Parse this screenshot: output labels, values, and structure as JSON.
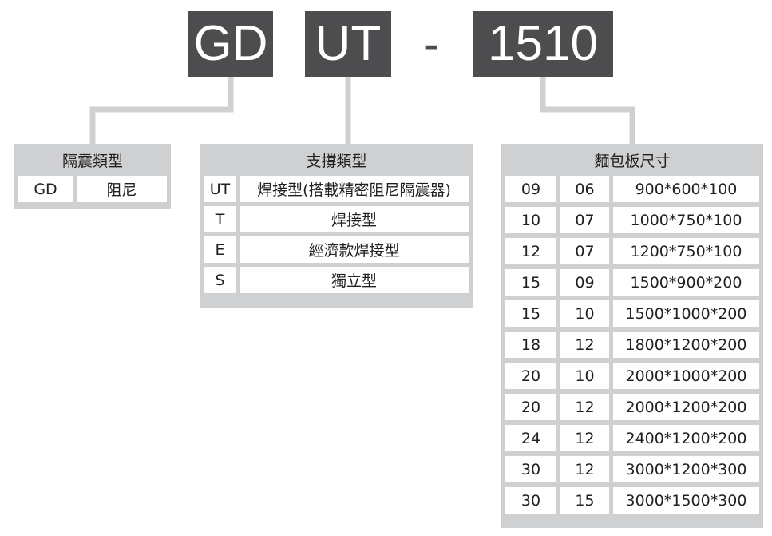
{
  "model_code": {
    "part1": "GD",
    "part2": "UT",
    "separator": "-",
    "part3": "1510"
  },
  "isolation_type": {
    "title": "隔震類型",
    "rows": [
      {
        "code": "GD",
        "label": "阻尼"
      }
    ]
  },
  "support_type": {
    "title": "支撐類型",
    "rows": [
      {
        "code": "UT",
        "label": "焊接型(搭載精密阻尼隔震器)"
      },
      {
        "code": "T",
        "label": "焊接型"
      },
      {
        "code": "E",
        "label": "經濟款焊接型"
      },
      {
        "code": "S",
        "label": "獨立型"
      }
    ]
  },
  "board_size": {
    "title": "麵包板尺寸",
    "rows": [
      {
        "a": "09",
        "b": "06",
        "size": "900*600*100"
      },
      {
        "a": "10",
        "b": "07",
        "size": "1000*750*100"
      },
      {
        "a": "12",
        "b": "07",
        "size": "1200*750*100"
      },
      {
        "a": "15",
        "b": "09",
        "size": "1500*900*200"
      },
      {
        "a": "15",
        "b": "10",
        "size": "1500*1000*200"
      },
      {
        "a": "18",
        "b": "12",
        "size": "1800*1200*200"
      },
      {
        "a": "20",
        "b": "10",
        "size": "2000*1000*200"
      },
      {
        "a": "20",
        "b": "12",
        "size": "2000*1200*200"
      },
      {
        "a": "24",
        "b": "12",
        "size": "2400*1200*200"
      },
      {
        "a": "30",
        "b": "12",
        "size": "3000*1200*300"
      },
      {
        "a": "30",
        "b": "15",
        "size": "3000*1500*300"
      }
    ]
  },
  "colors": {
    "code_block": "#4d4d4f",
    "table_frame": "#cfd0d2",
    "connector": "#cfd0d2",
    "text": "#231f20"
  }
}
